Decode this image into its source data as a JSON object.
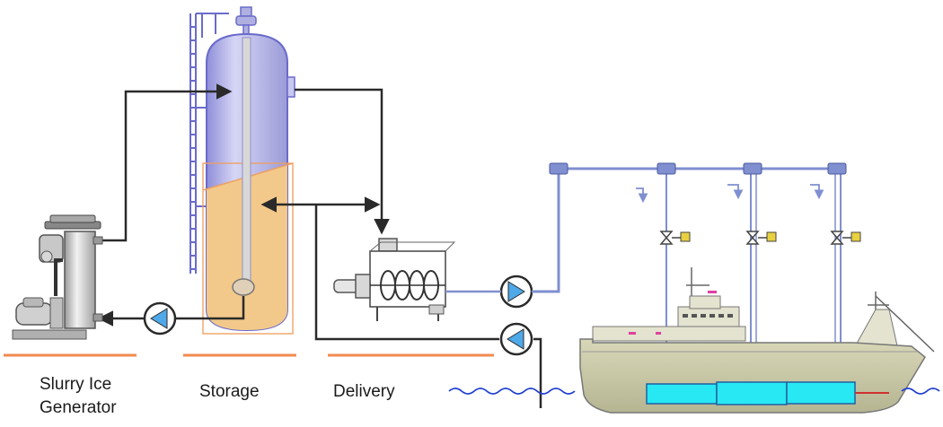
{
  "labels": {
    "generator_line1": "Slurry Ice",
    "generator_line2": "Generator",
    "storage": "Storage",
    "delivery": "Delivery"
  },
  "colors": {
    "pipe_dark": "#2a2a2a",
    "pipe_blue": "#7f8fd0",
    "tank_body": "#b8b8ec",
    "slurry_fill": "#f2c98a",
    "floor_line": "#f08a50",
    "hold": "#28e8f4",
    "hull": "#c8c7a4",
    "water": "#2040d0",
    "pump": "#4fa8e8",
    "valve_handle": "#e8d040"
  }
}
